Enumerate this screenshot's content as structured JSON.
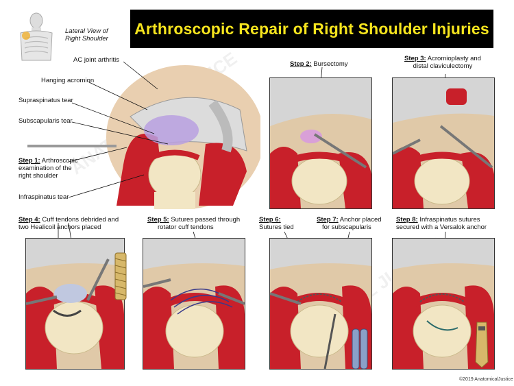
{
  "title": "Arthroscopic Repair of Right Shoulder Injuries",
  "view_label": {
    "line1": "Lateral View of",
    "line2": "Right Shoulder"
  },
  "main_labels": {
    "ac_joint": "AC joint arthritis",
    "hanging_acromion": "Hanging acromion",
    "supraspinatus": "Supraspinatus tear",
    "subscapularis": "Subscapularis tear",
    "infraspinatus": "Infraspinatus tear"
  },
  "steps": [
    {
      "step": "Step 1:",
      "text1": " Arthroscopic",
      "text2": "examination of the",
      "text3": "right shoulder"
    },
    {
      "step": "Step 2:",
      "text1": " Bursectomy",
      "text2": "",
      "text3": ""
    },
    {
      "step": "Step 3:",
      "text1": " Acromioplasty and",
      "text2": "distal claviculectomy",
      "text3": ""
    },
    {
      "step": "Step 4:",
      "text1": " Cuff tendons debrided and",
      "text2": "two Healicoil anchors placed",
      "text3": ""
    },
    {
      "step": "Step 5:",
      "text1": " Sutures passed through",
      "text2": "rotator cuff tendons",
      "text3": ""
    },
    {
      "step": "Step 6:",
      "text1": "",
      "text2": "Sutures tied",
      "text3": ""
    },
    {
      "step": "Step 7:",
      "text1": " Anchor placed",
      "text2": "for subscapularis",
      "text3": ""
    },
    {
      "step": "Step 8:",
      "text1": " Infraspinatus sutures",
      "text2": "secured with a Versalok anchor",
      "text3": ""
    }
  ],
  "watermark": "ANATOMICAL JUSTICE",
  "copyright": "©2019 AnatomicalJustice",
  "colors": {
    "title_bg": "#000000",
    "title_text": "#f7e51e",
    "tissue_red": "#c8202a",
    "bone": "#f2e6c4",
    "tendon": "#d8d8d8"
  }
}
